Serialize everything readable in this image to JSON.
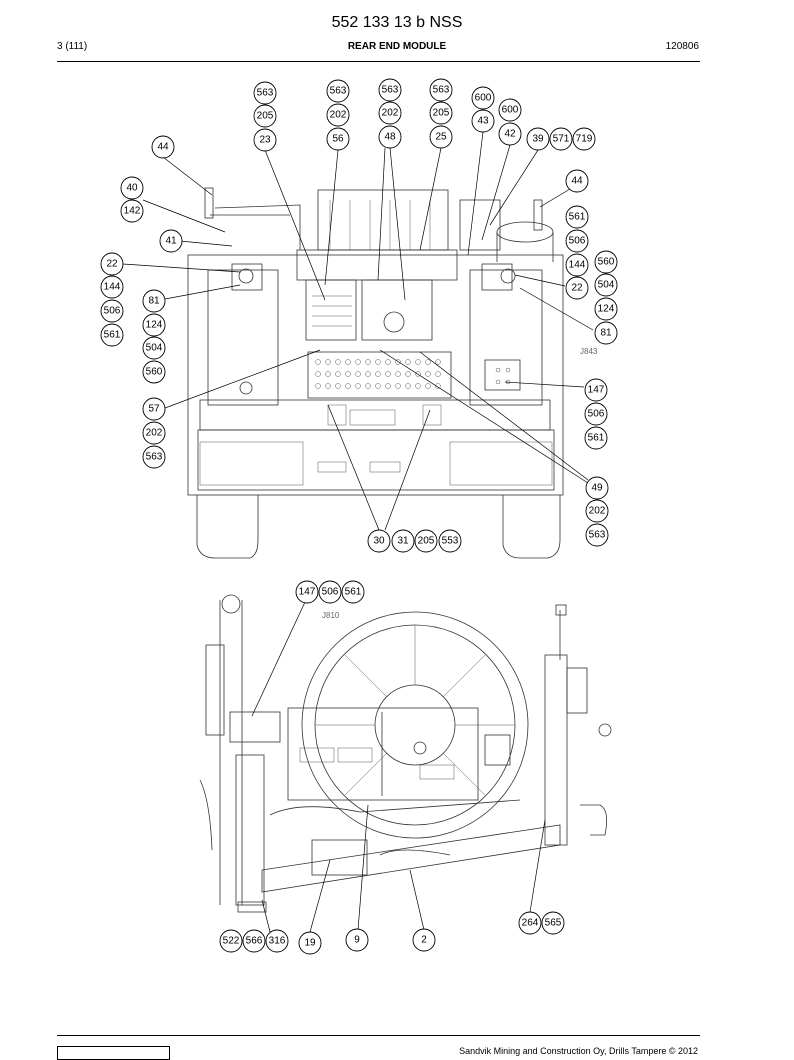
{
  "header": {
    "title": "552 133 13 b NSS",
    "page": "3 (111)",
    "module": "REAR END MODULE",
    "date": "120806"
  },
  "footer": {
    "copyright": "Sandvik Mining and Construction Oy, Drills Tampere © 2012"
  },
  "tags": {
    "upper": "J843",
    "lower": "J810"
  },
  "callouts_upper": [
    "563",
    "205",
    "23",
    "563",
    "202",
    "56",
    "563",
    "202",
    "48",
    "563",
    "205",
    "25",
    "600",
    "43",
    "600",
    "42",
    "39",
    "571",
    "719",
    "44",
    "40",
    "142",
    "41",
    "22",
    "144",
    "506",
    "561",
    "81",
    "124",
    "504",
    "560",
    "57",
    "202",
    "563",
    "44",
    "561",
    "506",
    "144",
    "560",
    "22",
    "504",
    "124",
    "81",
    "147",
    "506",
    "561",
    "49",
    "202",
    "563",
    "30",
    "31",
    "205",
    "553"
  ],
  "callouts_lower": [
    "147",
    "506",
    "561",
    "264",
    "565",
    "522",
    "566",
    "316",
    "19",
    "9",
    "2"
  ]
}
